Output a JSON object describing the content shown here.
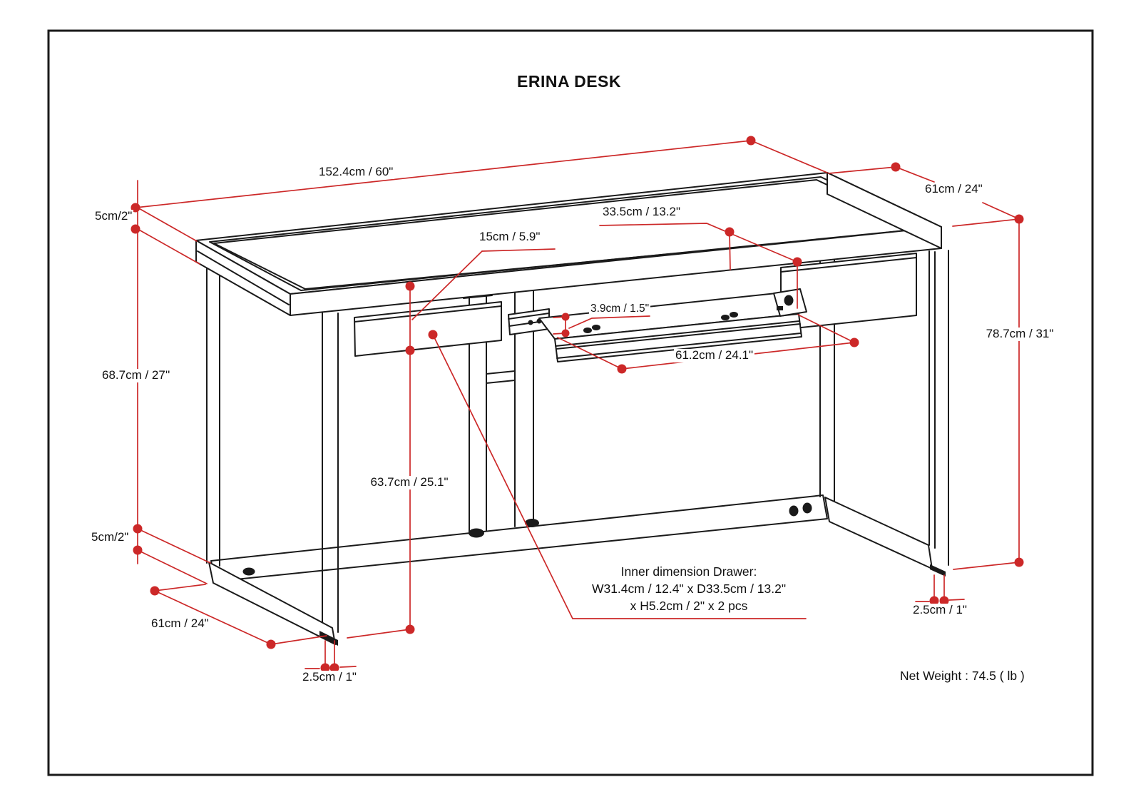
{
  "title": "ERINA DESK",
  "colors": {
    "dimension_red": "#cc2828",
    "drawing_black": "#1a1a1a"
  },
  "labels": {
    "top_width": "152.4cm / 60\"",
    "top_depth": "61cm / 24\"",
    "top_thickness": "5cm/2\"",
    "overall_height": "78.7cm / 31\"",
    "apron_height": "68.7cm / 27''",
    "clearance_height": "63.7cm / 25.1\"",
    "drawer_front_height": "15cm / 5.9\"",
    "tray_setback": "33.5cm / 13.2\"",
    "tray_lip_height": "3.9cm / 1.5\"",
    "tray_width": "61.2cm / 24.1\"",
    "base_height": "5cm/2\"",
    "base_depth": "61cm / 24\"",
    "leg_width_left": "2.5cm / 1\"",
    "leg_width_right": "2.5cm / 1\"",
    "inner_drawer_line1": "Inner dimension Drawer:",
    "inner_drawer_line2": "W31.4cm / 12.4\" x D33.5cm / 13.2\"",
    "inner_drawer_line3": "x H5.2cm / 2\" x 2 pcs",
    "net_weight": "Net Weight : 74.5 ( lb )"
  }
}
